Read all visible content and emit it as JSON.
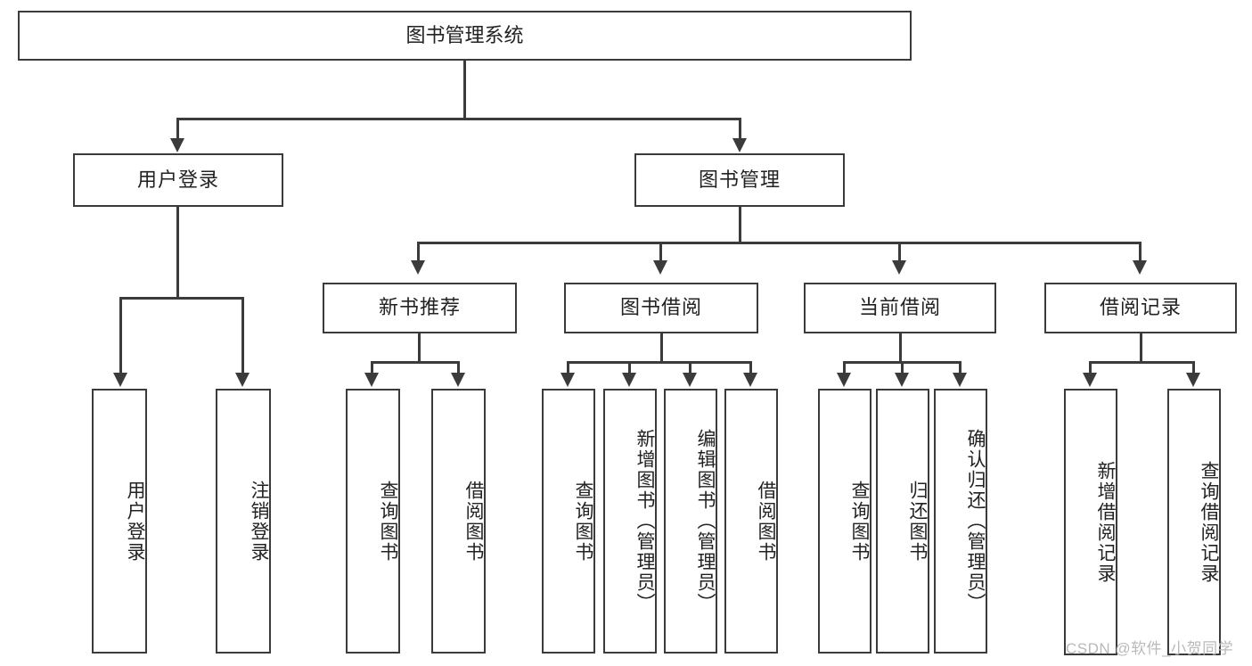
{
  "diagram": {
    "type": "tree-hierarchy-diagram",
    "title": "图书管理系统",
    "colors": {
      "background": "#ffffff",
      "stroke": "#3b3b3b",
      "text": "#222222",
      "watermark": "#b9b9b9"
    },
    "root": {
      "label": "图书管理系统"
    },
    "level2": [
      {
        "label": "用户登录"
      },
      {
        "label": "图书管理"
      }
    ],
    "level3": [
      {
        "label": "新书推荐"
      },
      {
        "label": "图书借阅"
      },
      {
        "label": "当前借阅"
      },
      {
        "label": "借阅记录"
      }
    ],
    "leaves": {
      "user_login": [
        {
          "label": "用户登录"
        },
        {
          "label": "注销登录"
        }
      ],
      "new_book_recommend": [
        {
          "label": "查询图书"
        },
        {
          "label": "借阅图书"
        }
      ],
      "book_borrow": [
        {
          "label": "查询图书"
        },
        {
          "label": "新增图书（管理员）"
        },
        {
          "label": "编辑图书（管理员）"
        },
        {
          "label": "借阅图书"
        }
      ],
      "current_borrow": [
        {
          "label": "查询图书"
        },
        {
          "label": "归还图书"
        },
        {
          "label": "确认归还（管理员）"
        }
      ],
      "borrow_record": [
        {
          "label": "新增借阅记录"
        },
        {
          "label": "查询借阅记录"
        }
      ]
    },
    "watermark": "CSDN @软件_小贺同学"
  }
}
